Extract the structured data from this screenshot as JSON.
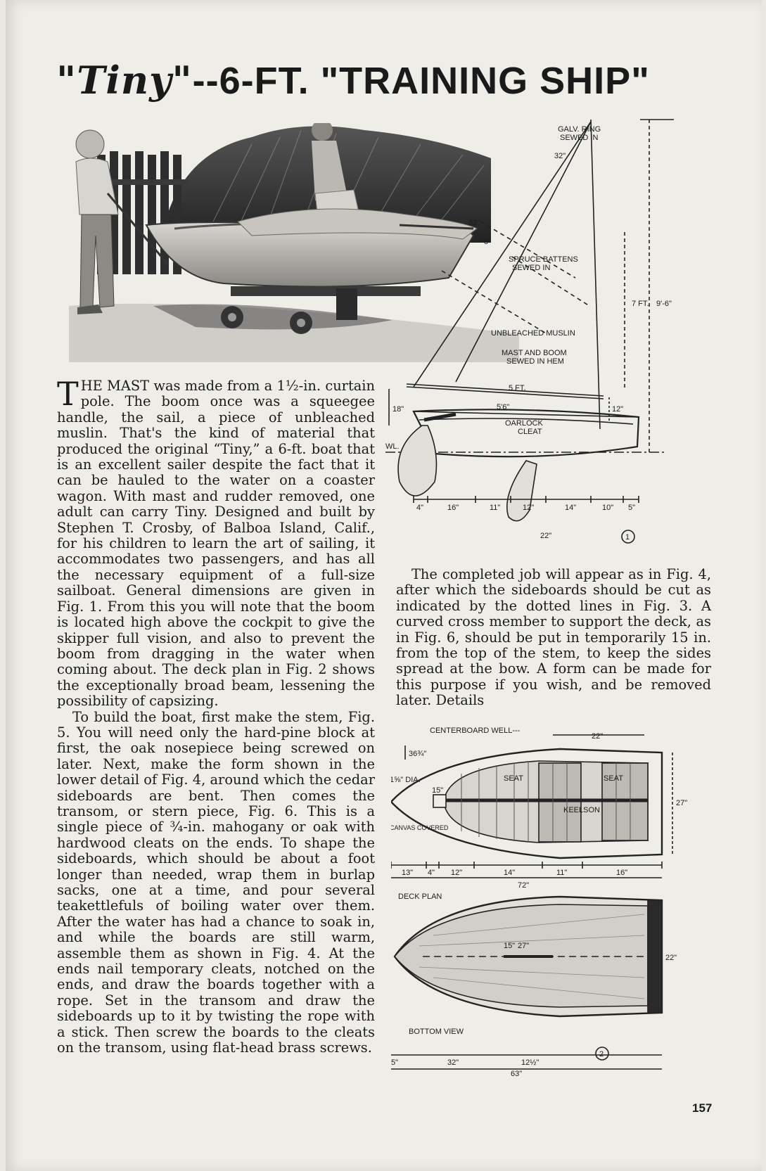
{
  "title": {
    "script_part": "\"Tiny\"",
    "rest": "--6-FT. \"TRAINING SHIP\""
  },
  "fig1": {
    "labels": {
      "galv_ring": "GALV. RING",
      "sewed_in": "SEWED IN",
      "d32": "32\"",
      "d32b": "32\"",
      "d8": "8\"",
      "spruce_battens": "SPRUCE BATTENS",
      "sewed_in2": "SEWED IN",
      "seven_ft": "7 FT.",
      "nine_six": "9'-6\"",
      "unbleached": "UNBLEACHED MUSLIN",
      "mast_boom": "MAST AND BOOM",
      "sewed_hem": "SEWED IN HEM",
      "five_ft": "5 FT.",
      "five_six": "5'6\"",
      "eighteen": "18\"",
      "oarlock": "OARLOCK",
      "cleat": "CLEAT",
      "twelve": "12\"",
      "wl": "WL.",
      "dims": [
        "4\"",
        "16\"",
        "11\"",
        "12\"",
        "14\"",
        "10\"",
        "5\""
      ],
      "twentytwo": "22\"",
      "fignum": "1"
    }
  },
  "body_left": {
    "dropcap": "T",
    "p1": "HE MAST was made from a 1½-in. curtain pole. The boom once was a squeegee handle, the sail, a piece of unbleached muslin. That's the kind of material that produced the original “Tiny,” a 6-ft. boat that is an excellent sailer despite the fact that it can be hauled to the water on a coaster wagon. With mast and rudder removed, one adult can carry Tiny. Designed and built by Stephen T. Crosby, of Balboa Island, Calif., for his children to learn the art of sailing, it accommodates two passengers, and has all the necessary equipment of a full-size sailboat. General dimensions are given in Fig. 1. From this you will note that the boom is located high above the cockpit to give the skipper full vision, and also to prevent the boom from dragging in the water when coming about. The deck plan in Fig. 2 shows the exceptionally broad beam, lessening the possibility of capsizing.",
    "p2": "To build the boat, first make the stem, Fig. 5. You will need only the hard-pine block at first, the oak nosepiece being screwed on later. Next, make the form shown in the lower detail of Fig. 4, around which the cedar sideboards are bent. Then comes the transom, or stern piece, Fig. 6. This is a single piece of ¾-in. mahogany or oak with hardwood cleats on the ends. To shape the sideboards, which should be about a foot longer than needed, wrap them in burlap sacks, one at a time, and pour several teakettlefuls of boiling water over them. After the water has had a chance to soak in, and while the boards are still warm, assemble them as shown in Fig. 4. At the ends nail temporary cleats, notched on the ends, and draw the boards together with a rope. Set in the transom and draw the sideboards up to it by twisting the rope with a stick. Then screw the boards to the cleats on the transom, using flat-head brass screws."
  },
  "body_right": {
    "p1": "The completed job will appear as in Fig. 4, after which the sideboards should be cut as indicated by the dotted lines in Fig. 3. A curved cross member to support the deck, as in Fig. 6, should be put in temporarily 15 in. from the top of the stem, to keep the sides spread at the bow. A form can be made for this purpose if you wish, and be removed later. Details"
  },
  "fig2": {
    "labels": {
      "centerboard": "CENTERBOARD WELL---",
      "d22": "22\"",
      "d36": "36¾\"",
      "dia": "1⅝\" DIA.",
      "d15": "15\"",
      "seat1": "SEAT",
      "seat2": "SEAT",
      "keelson": "KEELSON",
      "d27": "27\"",
      "canvas": "CANVAS COVERED",
      "dims": [
        "13\"",
        "4\"",
        "12\"",
        "14\"",
        "11\"",
        "16\""
      ],
      "d72": "72\"",
      "deck_plan": "DECK PLAN",
      "d15b": "15\"",
      "d27b": "27\"",
      "d22b": "22\"",
      "bottom_view": "BOTTOM VIEW",
      "d5": "5\"",
      "d32": "32\"",
      "d12": "12½\"",
      "d63": "63\"",
      "fignum": "2"
    }
  },
  "page_number": "157"
}
